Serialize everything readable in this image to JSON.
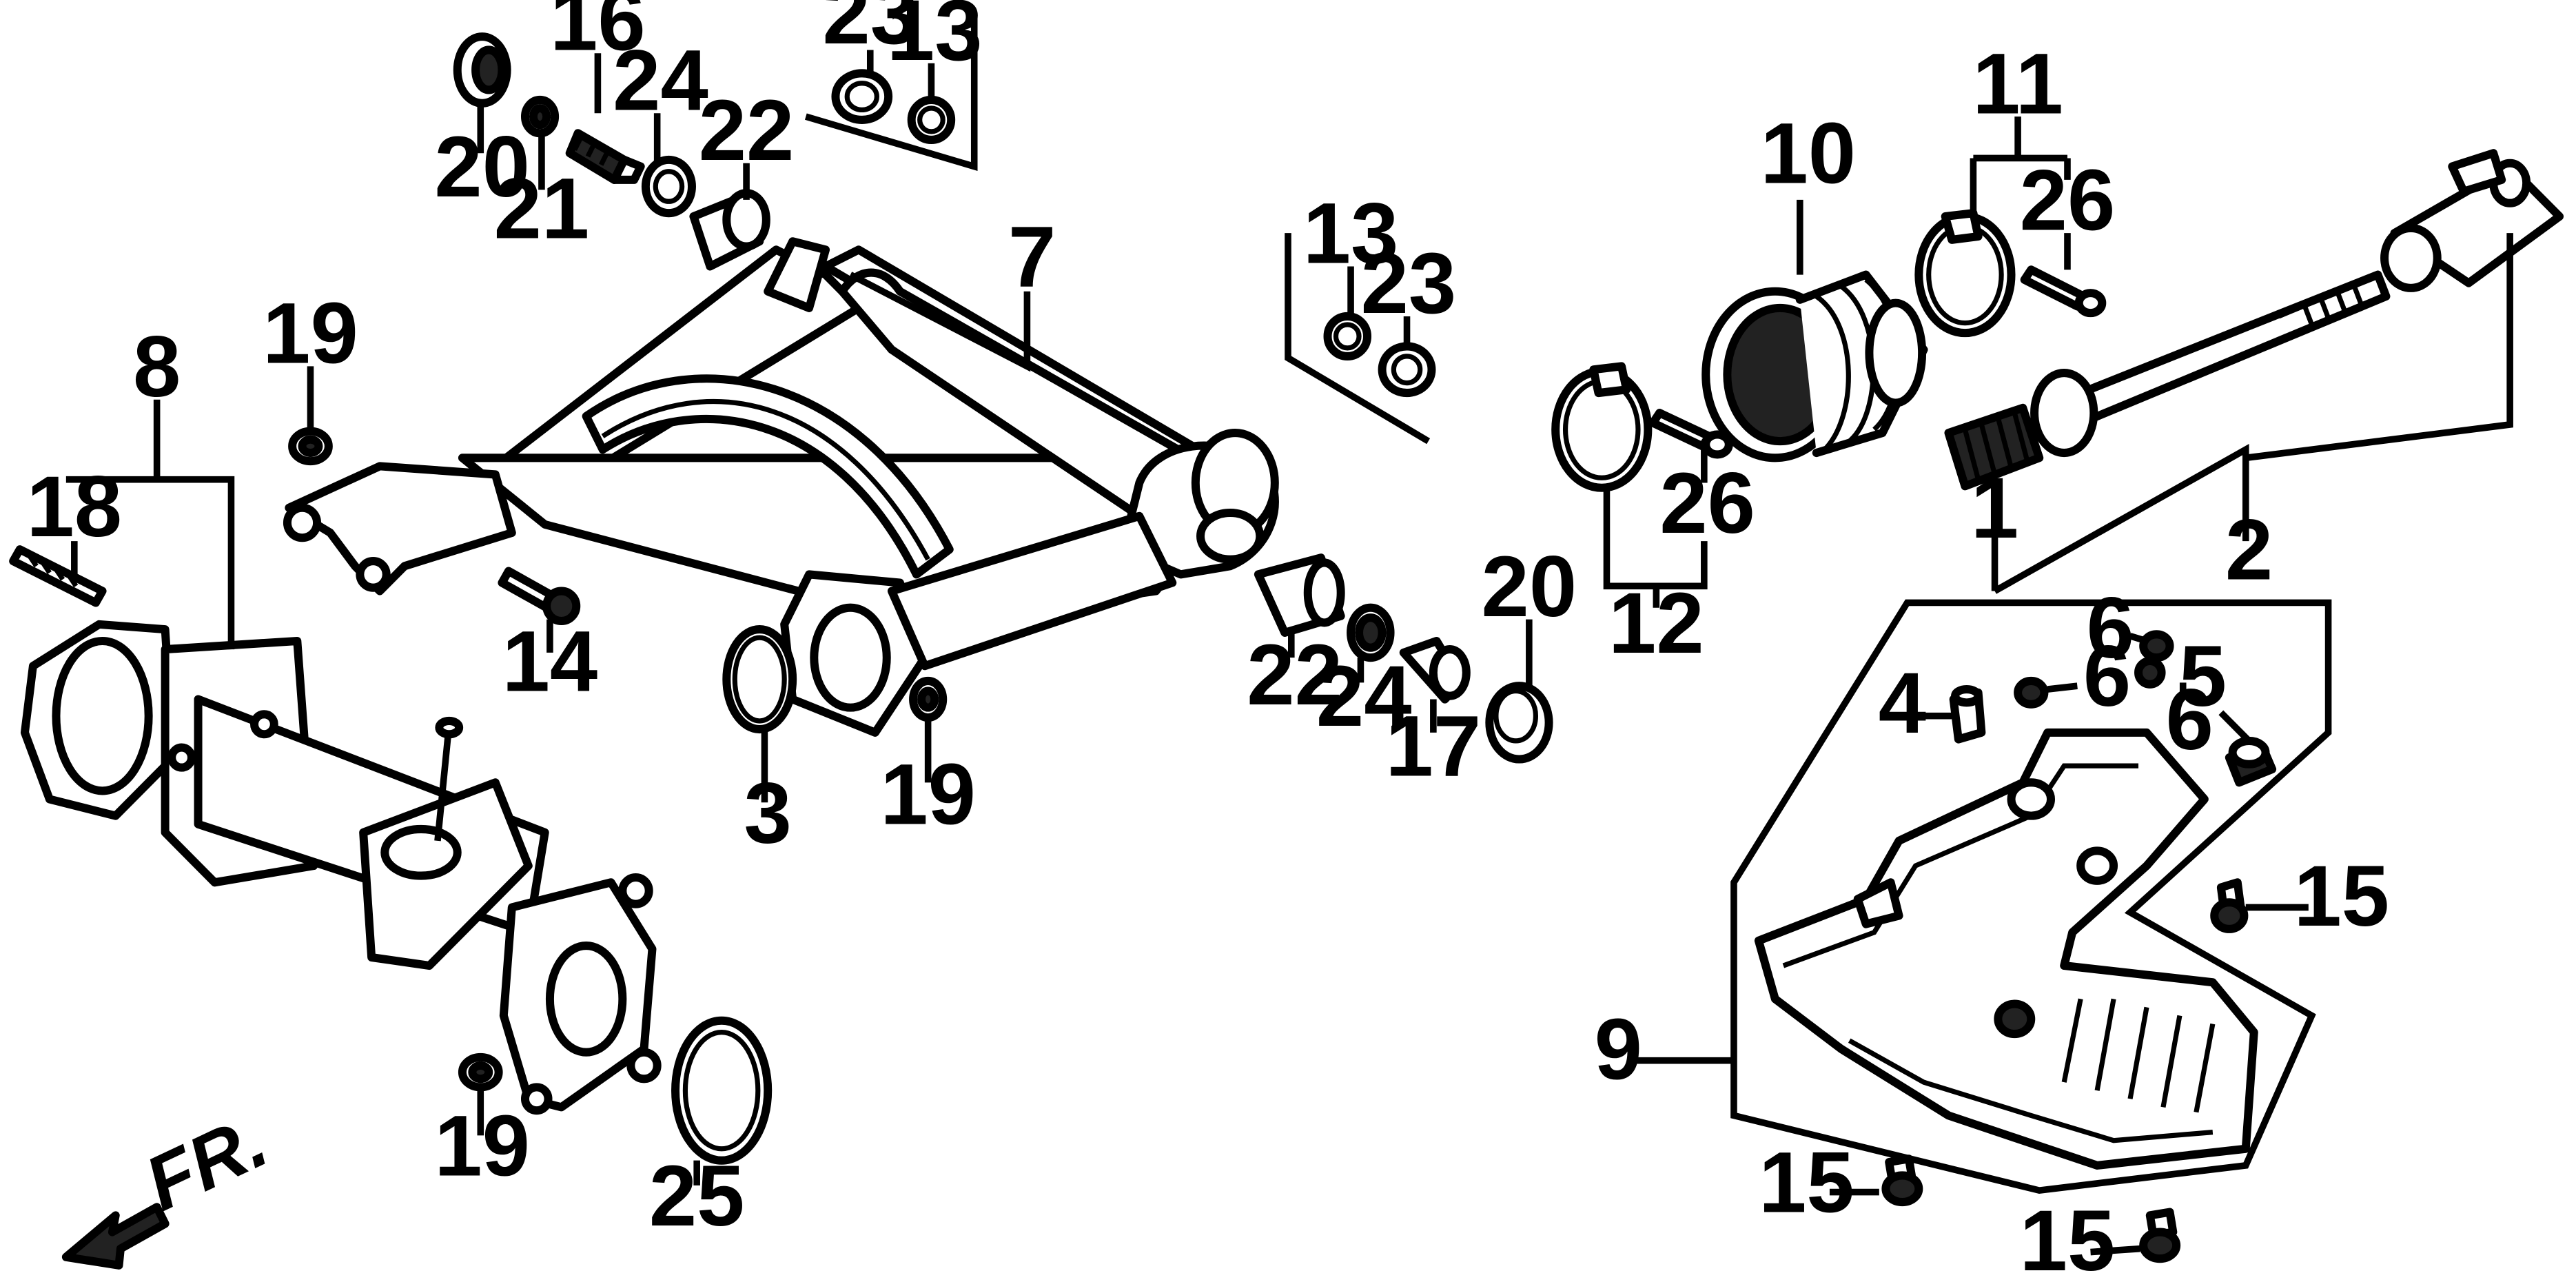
{
  "diagram": {
    "title": "Rear Suspension / Final Drive Exploded View",
    "orientation_label": "FR.",
    "callouts": {
      "c1": "1",
      "c2": "2",
      "c3": "3",
      "c4": "4",
      "c5": "5",
      "c6a": "6",
      "c6b": "6",
      "c6c": "6",
      "c7": "7",
      "c8": "8",
      "c9": "9",
      "c10": "10",
      "c11": "11",
      "c12": "12",
      "c13a": "13",
      "c13b": "13",
      "c14": "14",
      "c15a": "15",
      "c15b": "15",
      "c15c": "15",
      "c16": "16",
      "c17": "17",
      "c18": "18",
      "c19a": "19",
      "c19b": "19",
      "c19c": "19",
      "c20a": "20",
      "c20b": "20",
      "c21": "21",
      "c22a": "22",
      "c22b": "22",
      "c23a": "23",
      "c23b": "23",
      "c24a": "24",
      "c24b": "24",
      "c25": "25",
      "c26a": "26",
      "c26b": "26"
    }
  }
}
